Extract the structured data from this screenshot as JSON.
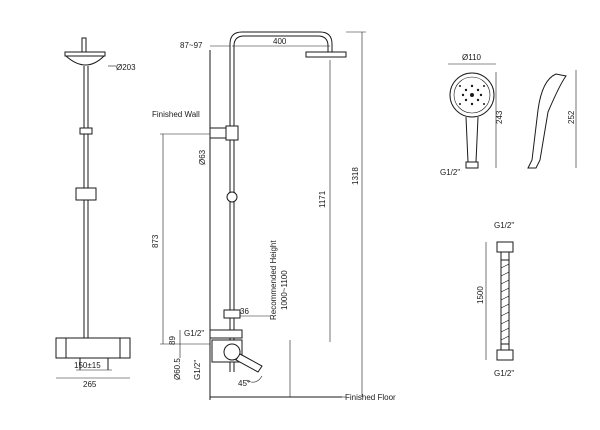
{
  "labels": {
    "d203": "Ø203",
    "w87_97": "87~97",
    "w400": "400",
    "finished_wall": "Finished Wall",
    "d63": "Ø63",
    "h873": "873",
    "h1171": "1171",
    "h1318": "1318",
    "rec_height": "Recommended Height",
    "rec_range": "1000~1100",
    "w36": "36",
    "g12_valve": "G1/2\"",
    "h89": "89",
    "d60_5": "Ø60.5",
    "g12_valve2": "G1/2\"",
    "ang45": "45°",
    "w150": "150±15",
    "w265": "265",
    "finished_floor": "Finished Floor",
    "d110": "Ø110",
    "h243": "243",
    "h252": "252",
    "g12_hand": "G1/2\"",
    "g12_hose_top": "G1/2\"",
    "h1500": "1500",
    "g12_hose_bot": "G1/2\""
  }
}
